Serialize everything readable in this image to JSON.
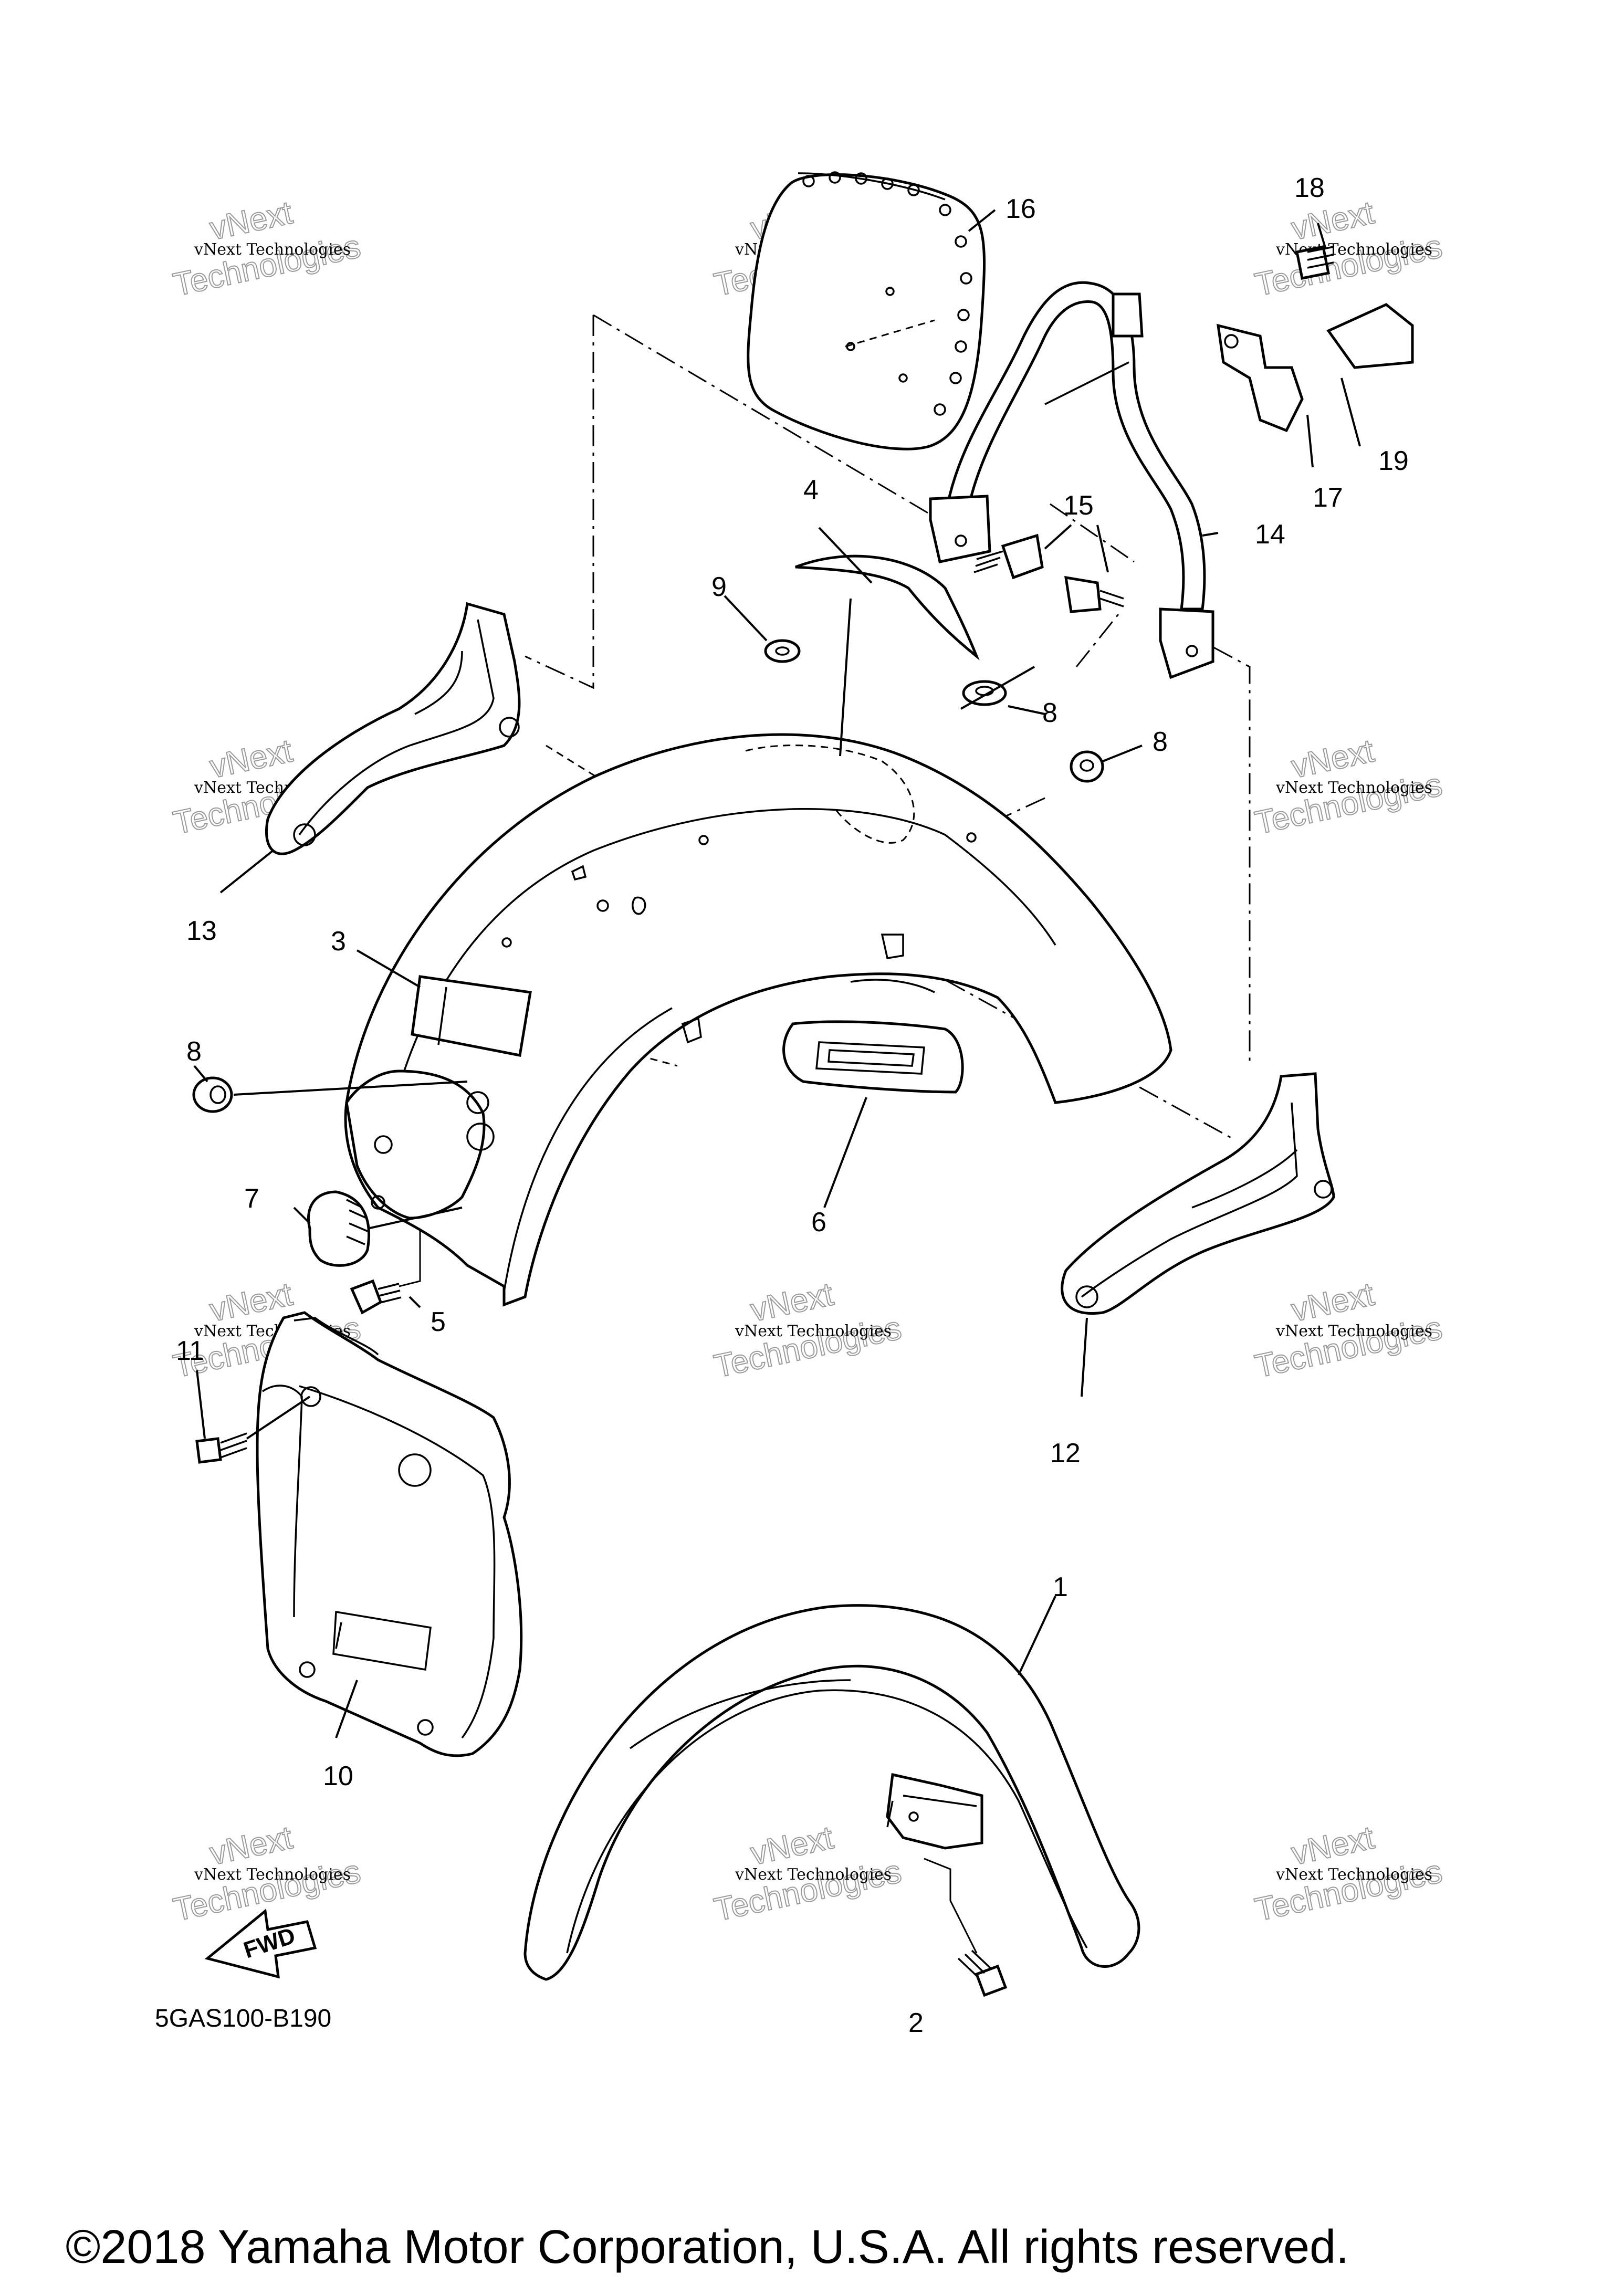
{
  "diagram_code": "5GAS100-B190",
  "copyright": "©2018 Yamaha Motor Corporation, U.S.A. All rights reserved.",
  "fwd_label": "FWD",
  "watermark": {
    "small": "vNext Technologies",
    "large": "Technologies",
    "overlay": "vNext"
  },
  "callouts": {
    "c1": "1",
    "c2": "2",
    "c3": "3",
    "c4": "4",
    "c5": "5",
    "c6": "6",
    "c7": "7",
    "c8a": "8",
    "c8b": "8",
    "c8c": "8",
    "c9": "9",
    "c10": "10",
    "c11": "11",
    "c12": "12",
    "c13": "13",
    "c14": "14",
    "c15": "15",
    "c16": "16",
    "c17": "17",
    "c18": "18",
    "c19": "19"
  }
}
